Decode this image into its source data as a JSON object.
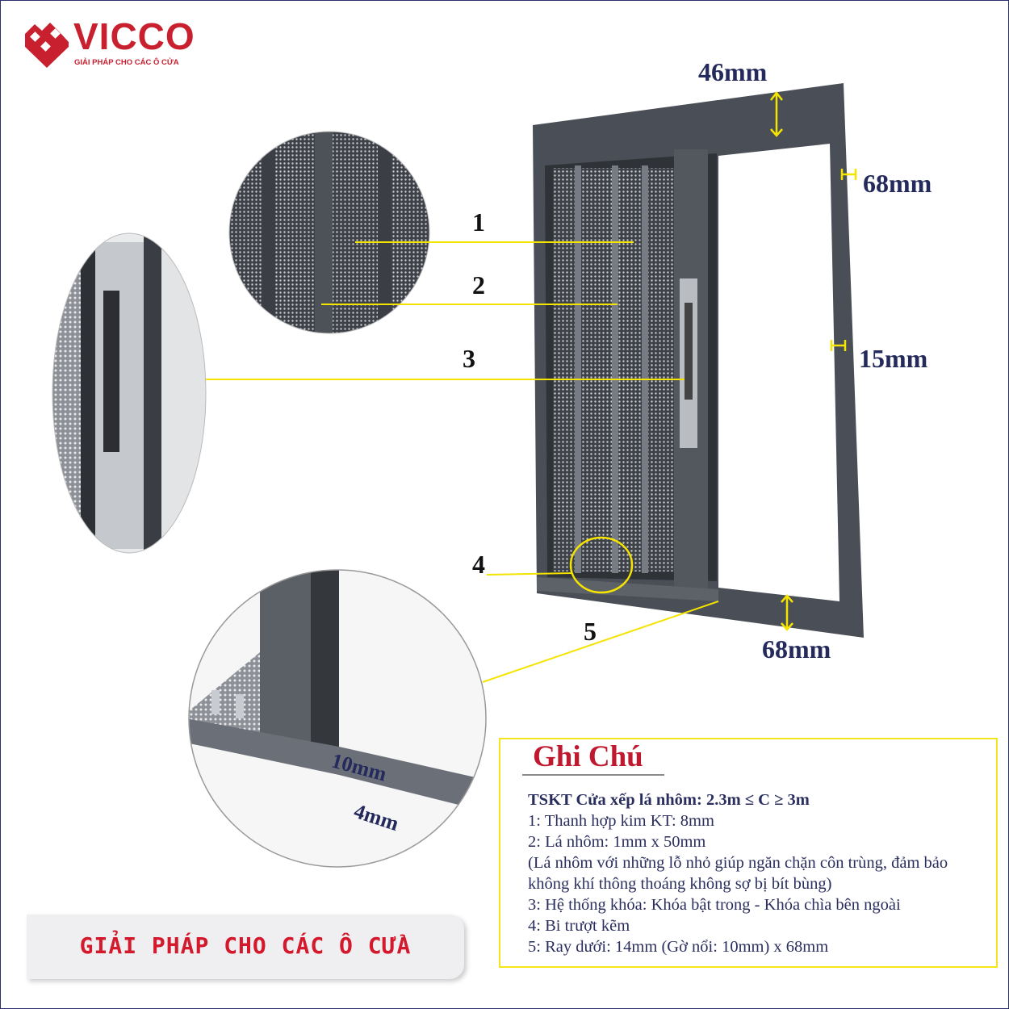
{
  "brand": {
    "name": "VICCO",
    "tagline": "GIẢI PHÁP CHO CÁC Ô CỬA",
    "color": "#c8202f"
  },
  "callouts": [
    "1",
    "2",
    "3",
    "4",
    "5"
  ],
  "dimensions": {
    "top_rail": "46mm",
    "side_frame": "68mm",
    "side_inner": "15mm",
    "bottom_rail": "68mm",
    "track_ridge": "10mm",
    "track_gap": "4mm"
  },
  "notes": {
    "title": "Ghi Chú",
    "heading": "TSKT Cửa xếp lá nhôm: 2.3m ≤ C ≥ 3m",
    "lines": [
      "1: Thanh hợp kim KT: 8mm",
      "2: Lá nhôm: 1mm x 50mm",
      "(Lá nhôm với những lỗ nhỏ giúp ngăn chặn côn trùng, đảm bảo không khí thông thoáng không sợ bị bít bùng)",
      "3: Hệ thống khóa: Khóa bật trong - Khóa chìa bên ngoài",
      "4: Bi trượt kẽm",
      "5: Ray dưới: 14mm (Gờ nổi: 10mm) x 68mm"
    ]
  },
  "banner": {
    "text": "GIẢI PHÁP CHO CÁC Ô CỬA"
  },
  "colors": {
    "accent_red": "#c8202f",
    "leader_yellow": "#f5e300",
    "frame_gray": "#4a4f57",
    "dim_text": "#242a5c"
  }
}
